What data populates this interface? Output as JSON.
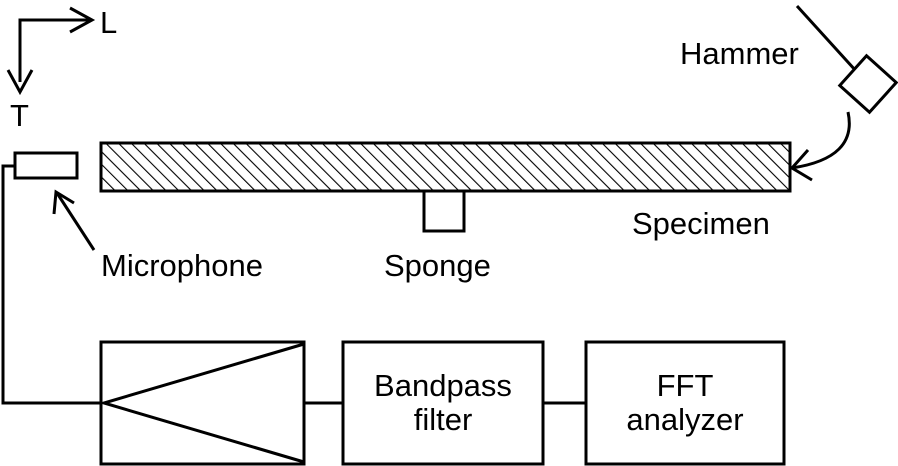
{
  "axes": {
    "longitudinal": "L",
    "transverse": "T"
  },
  "labels": {
    "hammer": "Hammer",
    "specimen": "Specimen",
    "sponge": "Sponge",
    "microphone": "Microphone"
  },
  "blocks": {
    "bandpass_line1": "Bandpass",
    "bandpass_line2": "filter",
    "fft_line1": "FFT",
    "fft_line2": "analyzer"
  }
}
